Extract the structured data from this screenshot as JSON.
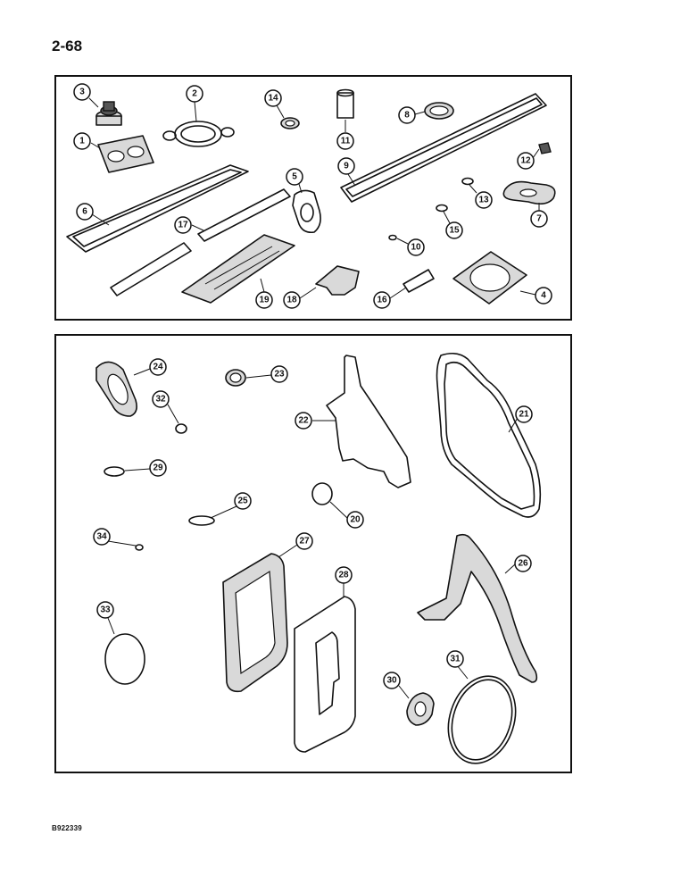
{
  "page_number": "2-68",
  "doc_code": "B922339",
  "callouts_top": [
    "1",
    "2",
    "3",
    "4",
    "5",
    "6",
    "7",
    "8",
    "9",
    "10",
    "11",
    "12",
    "13",
    "14",
    "15",
    "16",
    "17",
    "18",
    "19"
  ],
  "callouts_bottom": [
    "20",
    "21",
    "22",
    "23",
    "24",
    "25",
    "26",
    "27",
    "28",
    "29",
    "30",
    "31",
    "32",
    "33",
    "34"
  ]
}
